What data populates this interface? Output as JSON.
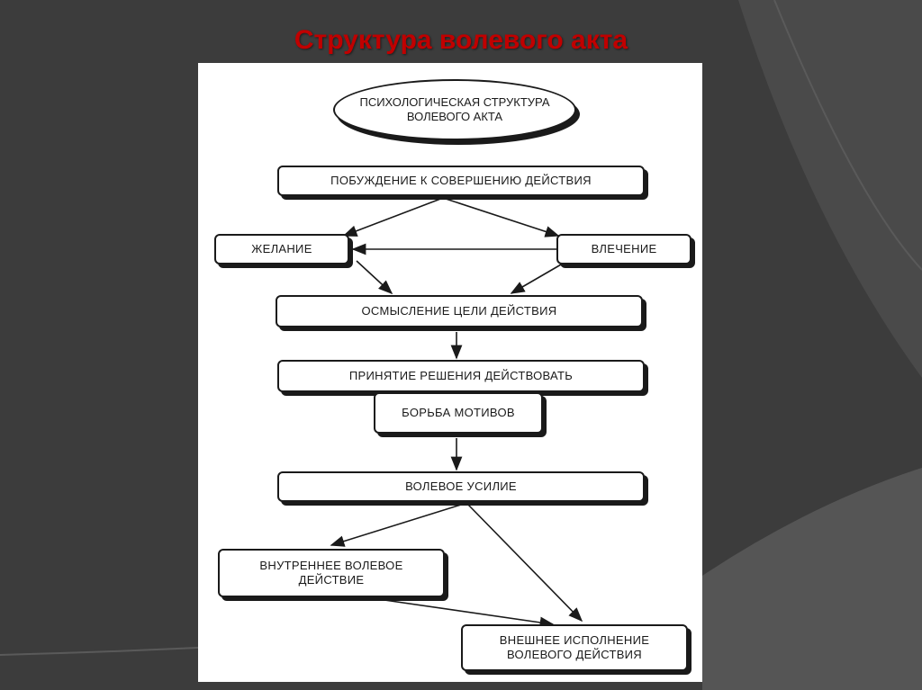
{
  "slide": {
    "title": "Структура волевого акта"
  },
  "diagram": {
    "root": "психологическая структура волевого акта",
    "nodes": {
      "impulse": "побуждение к совершению действия",
      "desire": "желание",
      "attraction": "влечение",
      "goal": "осмысление цели действия",
      "decision": "принятие решения действовать",
      "struggle": "борьба мотивов",
      "effort": "волевое усилие",
      "internal": "внутреннее волевое действие",
      "external": "внешнее исполнение волевого действия"
    }
  }
}
